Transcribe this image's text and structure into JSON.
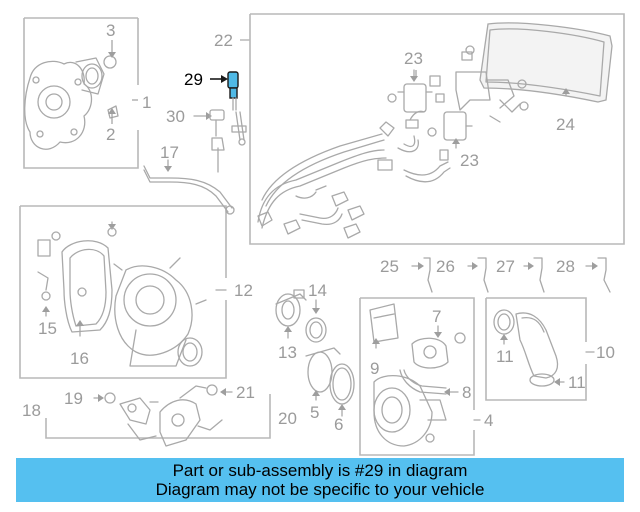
{
  "callouts": {
    "c1": "1",
    "c2": "2",
    "c3": "3",
    "c4": "4",
    "c5": "5",
    "c6": "6",
    "c7": "7",
    "c8": "8",
    "c9": "9",
    "c10": "10",
    "c11a": "11",
    "c11b": "11",
    "c12": "12",
    "c13": "13",
    "c14": "14",
    "c15": "15",
    "c16": "16",
    "c17": "17",
    "c18": "18",
    "c19": "19",
    "c20": "20",
    "c21": "21",
    "c22": "22",
    "c23a": "23",
    "c23b": "23",
    "c24": "24",
    "c25": "25",
    "c26": "26",
    "c27": "27",
    "c28": "28",
    "c29": "29",
    "c30": "30"
  },
  "highlight": {
    "part_number": "29",
    "color": "#4fb9e6"
  },
  "banner": {
    "line1": "Part or sub-assembly is #29 in diagram",
    "line2": "Diagram may not be specific to your vehicle",
    "color": "#55c0f0"
  }
}
